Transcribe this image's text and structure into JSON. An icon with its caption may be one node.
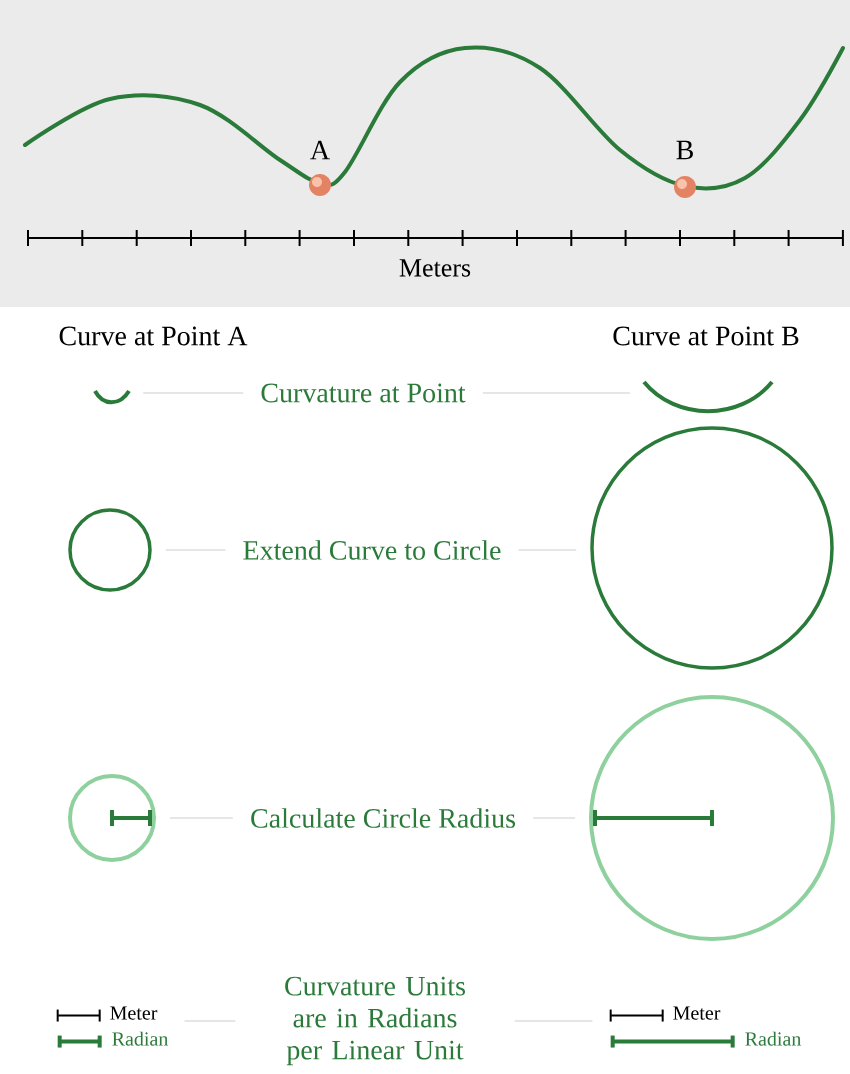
{
  "diagram": {
    "nodes": [
      {
        "text": [],
        "shape": "arc"
      },
      {
        "text": [
          "Curvature at Point"
        ]
      },
      {
        "text": [],
        "shape": "arc"
      },
      {
        "text": [],
        "shape": "circle"
      },
      {
        "text": [
          "Extend Curve to Circle"
        ]
      },
      {
        "text": [],
        "shape": "circle"
      },
      {
        "text": [],
        "shape": "circle"
      },
      {
        "text": [
          "Calculate Circle Radius"
        ]
      },
      {
        "text": [],
        "shape": "circle"
      },
      {
        "text": [
          "Meter",
          "Radian"
        ]
      },
      {
        "text": [
          "Curvature Units are in Radians per Linear Unit"
        ]
      },
      {
        "text": [
          "Meter",
          "Radian"
        ]
      }
    ],
    "edges": [
      {
        "from": 1,
        "to": 0,
        "arrow": "none"
      },
      {
        "from": 1,
        "to": 2,
        "arrow": "none"
      },
      {
        "from": 4,
        "to": 3,
        "arrow": "none"
      },
      {
        "from": 4,
        "to": 5,
        "arrow": "none"
      },
      {
        "from": 7,
        "to": 6,
        "arrow": "none"
      },
      {
        "from": 7,
        "to": 8,
        "arrow": "none"
      },
      {
        "from": 10,
        "to": 9,
        "arrow": "none"
      },
      {
        "from": 10,
        "to": 11,
        "arrow": "none"
      }
    ],
    "labels": [
      "A",
      "B",
      "Meters",
      "Curve at Point A",
      "Curve at Point B"
    ]
  }
}
